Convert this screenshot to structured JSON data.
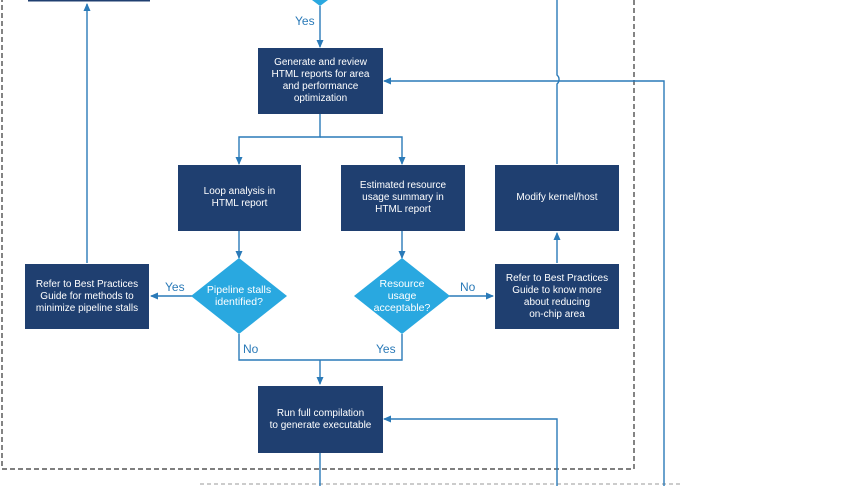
{
  "colors": {
    "box": "#1f3f70",
    "decision": "#29a8e0",
    "line": "#2a7ab8",
    "dashed_border": "#333333"
  },
  "boxes": {
    "generate_reports": "Generate and review\nHTML reports for area\nand performance\noptimization",
    "loop_analysis": "Loop analysis in\nHTML report",
    "resource_summary": "Estimated resource\nusage summary in\nHTML report",
    "modify_kernel": "Modify kernel/host",
    "best_practices_stalls": "Refer to Best Practices\nGuide for methods to\nminimize pipeline stalls",
    "best_practices_area": "Refer to Best Practices\nGuide to know more\nabout reducing\non-chip area",
    "full_compilation": "Run full compilation\nto generate executable"
  },
  "decisions": {
    "pipeline_stalls": "Pipeline stalls\nidentified?",
    "resource_usage": "Resource\nusage\nacceptable?"
  },
  "labels": {
    "top_yes": "Yes",
    "stalls_yes": "Yes",
    "stalls_no": "No",
    "usage_no": "No",
    "usage_yes": "Yes"
  }
}
